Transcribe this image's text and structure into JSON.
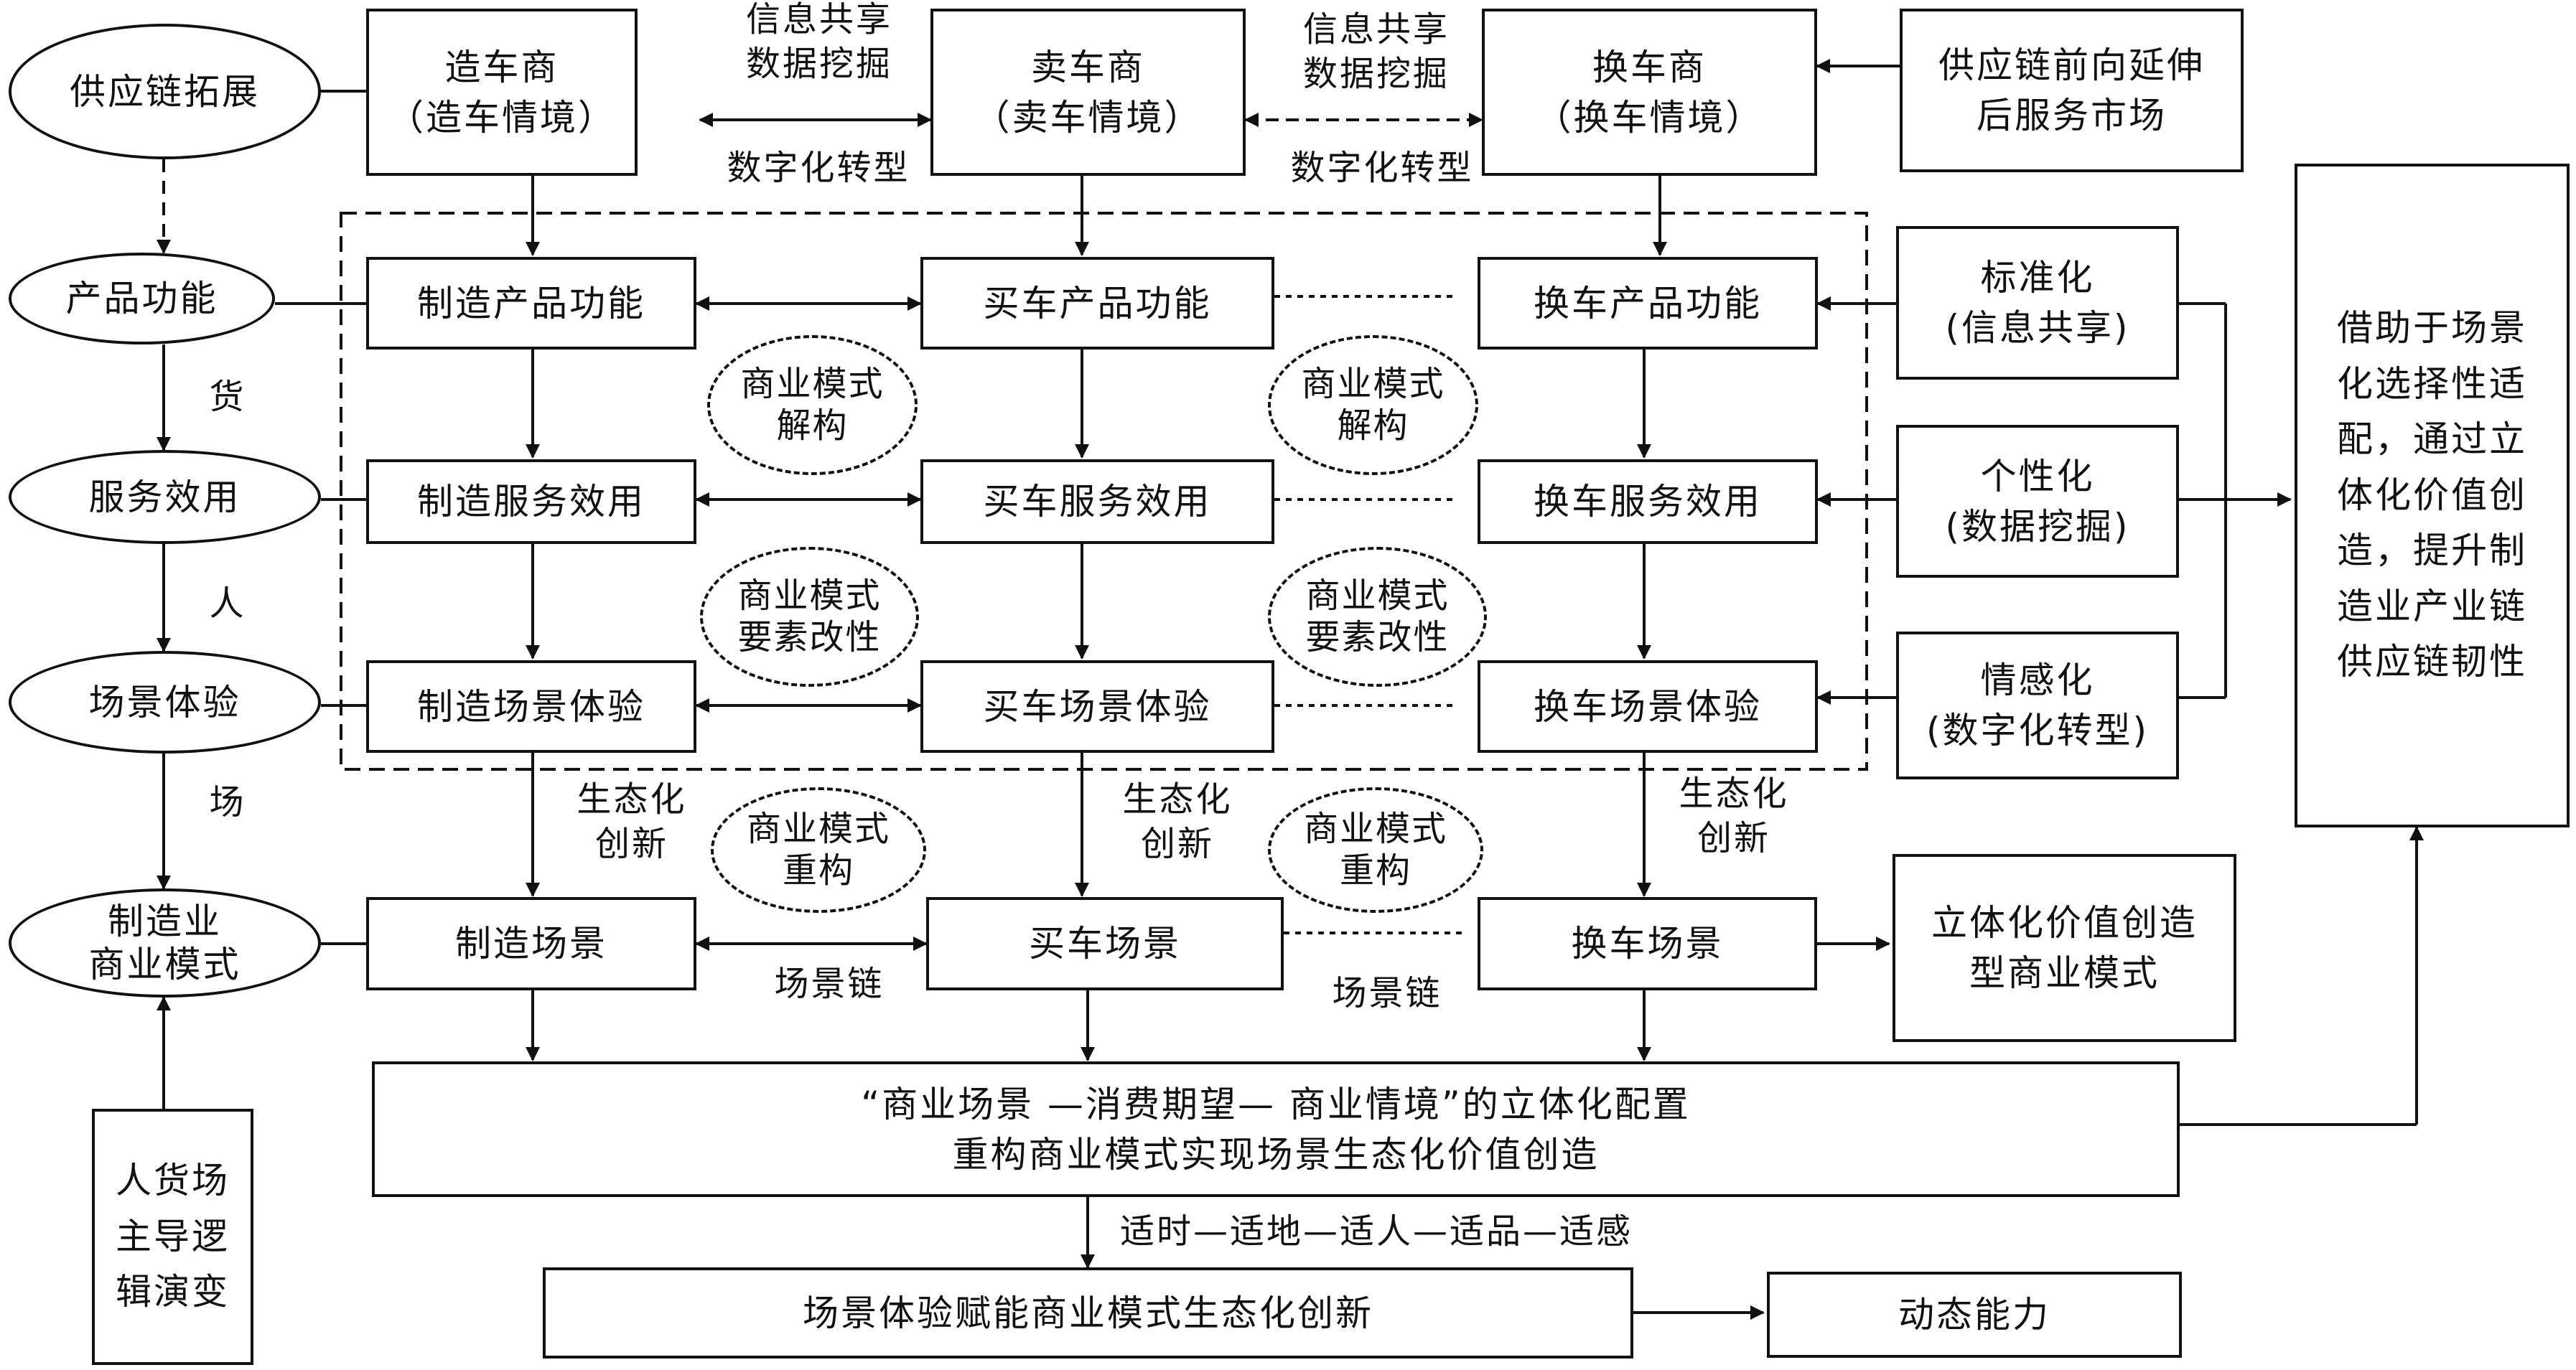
{
  "top": {
    "maker": [
      "造车商",
      "（造车情境）"
    ],
    "seller": [
      "卖车商",
      "（卖车情境）"
    ],
    "changer": [
      "换车商",
      "（换车情境）"
    ],
    "forward": [
      "供应链前向延伸",
      "后服务市场"
    ],
    "link_left_top": [
      "信息共享",
      "数据挖掘"
    ],
    "link_left_bottom": "数字化转型",
    "link_right_top": [
      "信息共享",
      "数据挖掘"
    ],
    "link_right_bottom": "数字化转型"
  },
  "left": {
    "expand": "供应链拓展",
    "product": "产品功能",
    "service": "服务效用",
    "scene": "场景体验",
    "model": [
      "制造业",
      "商业模式"
    ],
    "goods": "货",
    "people": "人",
    "place": "场",
    "logic": [
      "人货场",
      "主导逻",
      "辑演变"
    ]
  },
  "grid": {
    "make_product": "制造产品功能",
    "buy_product": "买车产品功能",
    "change_product": "换车产品功能",
    "make_service": "制造服务效用",
    "buy_service": "买车服务效用",
    "change_service": "换车服务效用",
    "make_scene": "制造场景体验",
    "buy_scene": "买车场景体验",
    "change_scene": "换车场景体验",
    "deconstruct": [
      "商业模式",
      "解构"
    ],
    "modify": [
      "商业模式",
      "要素改性"
    ],
    "reconstruct": [
      "商业模式",
      "重构"
    ]
  },
  "right": {
    "standard": [
      "标准化",
      "(信息共享)"
    ],
    "personal": [
      "个性化",
      "(数据挖掘)"
    ],
    "emotion": [
      "情感化",
      "(数字化转型)"
    ],
    "summary": [
      "借助于场景",
      "化选择性适",
      "配，通过立",
      "体化价值创",
      "造，提升制",
      "造业产业链",
      "供应链韧性"
    ]
  },
  "bottom": {
    "eco": [
      "生态化",
      "创新"
    ],
    "make_scene": "制造场景",
    "buy_scene": "买车场景",
    "change_scene": "换车场景",
    "scene_chain": "场景链",
    "model3d": [
      "立体化价值创造",
      "型商业模式"
    ],
    "config": [
      "“商业场景 —消费期望— 商业情境”的立体化配置",
      "重构商业模式实现场景生态化价值创造"
    ],
    "fit": "适时—适地—适人—适品—适感",
    "empower": "场景体验赋能商业模式生态化创新",
    "dynamic": "动态能力"
  }
}
